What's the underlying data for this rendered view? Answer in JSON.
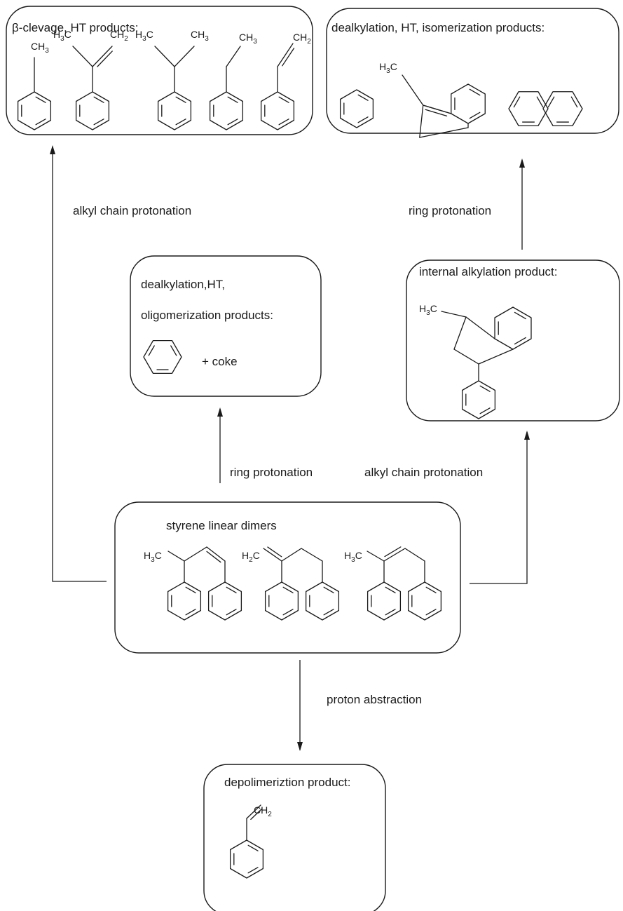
{
  "boxes": {
    "beta_cleavage": "β-clevage, HT products:",
    "dealkylation_isomerization": "dealkylation, HT, isomerization products:",
    "dealkylation_oligomerization": {
      "line1": "dealkylation,HT,",
      "line2": "oligomerization products:",
      "extra": "+ coke"
    },
    "internal_alkylation": "internal alkylation product:",
    "styrene_dimers": "styrene linear dimers",
    "depolymerization": "depolimeriztion product:"
  },
  "arrows": {
    "left_up": "alkyl chain protonation",
    "right_top_up": "ring protonation",
    "middle_up": "ring protonation",
    "right_up": "alkyl chain protonation",
    "down": "proton abstraction"
  },
  "formula": {
    "h3c": "H3C",
    "ch3": "CH3",
    "ch2": "CH2",
    "h2c": "H2C"
  }
}
